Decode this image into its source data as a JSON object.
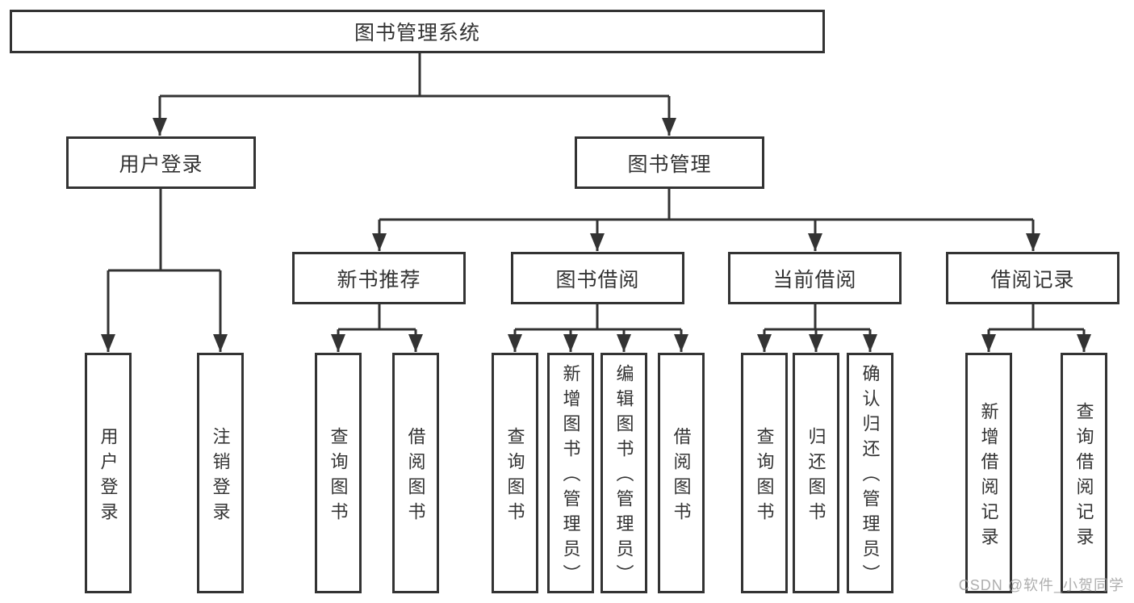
{
  "root": {
    "label": "图书管理系统"
  },
  "branches": {
    "user": {
      "label": "用户登录",
      "children": [
        {
          "label": "用户登录"
        },
        {
          "label": "注销登录"
        }
      ]
    },
    "book": {
      "label": "图书管理",
      "groups": [
        {
          "label": "新书推荐",
          "children": [
            {
              "label": "查询图书"
            },
            {
              "label": "借阅图书"
            }
          ]
        },
        {
          "label": "图书借阅",
          "children": [
            {
              "label": "查询图书"
            },
            {
              "label": "新增图书（管理员）"
            },
            {
              "label": "编辑图书（管理员）"
            },
            {
              "label": "借阅图书"
            }
          ]
        },
        {
          "label": "当前借阅",
          "children": [
            {
              "label": "查询图书"
            },
            {
              "label": "归还图书"
            },
            {
              "label": "确认归还（管理员）"
            }
          ]
        },
        {
          "label": "借阅记录",
          "children": [
            {
              "label": "新增借阅记录"
            },
            {
              "label": "查询借阅记录"
            }
          ]
        }
      ]
    }
  },
  "watermark": {
    "text": "CSDN @软件_小贺同学"
  },
  "colors": {
    "line": "#333333",
    "text": "#333333",
    "background": "#ffffff",
    "watermark": "#a0a0a0"
  }
}
